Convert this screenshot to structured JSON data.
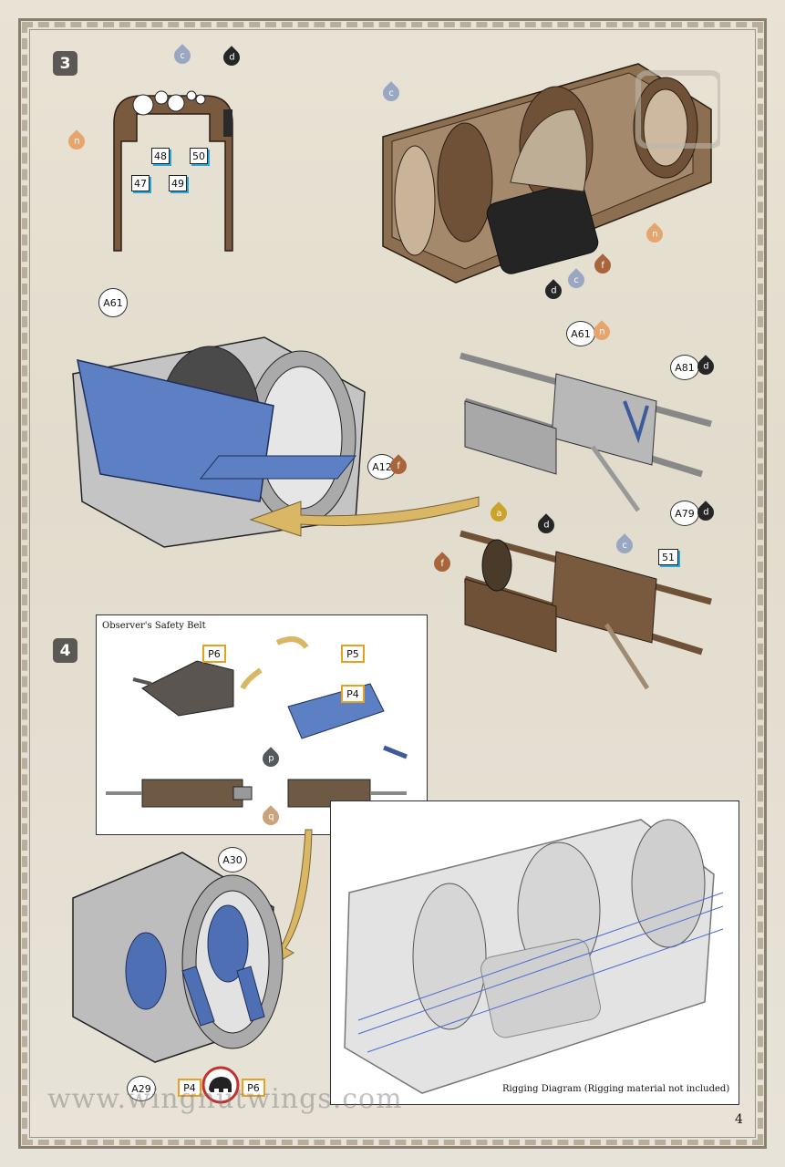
{
  "steps": {
    "step3": "3",
    "step4": "4"
  },
  "parts": {
    "p47": "47",
    "p48": "48",
    "p49": "49",
    "p50": "50",
    "p51": "51",
    "a61": "A61",
    "a61b": "A61",
    "a12": "A12",
    "a81": "A81",
    "a79": "A79",
    "a30": "A30",
    "a29": "A29",
    "pe_p6": "P6",
    "pe_p5": "P5",
    "pe_p4": "P4",
    "pe_p4b": "P4",
    "pe_p6b": "P6"
  },
  "paints": {
    "c": "c",
    "d": "d",
    "n": "n",
    "f": "f",
    "a": "a",
    "p": "p",
    "q": "q"
  },
  "colors": {
    "c": "#9aa7c2",
    "d": "#262626",
    "n": "#e6a56e",
    "f": "#a8643a",
    "a": "#c9a32a",
    "p": "#55585c",
    "q": "#c9a37a",
    "blue": "#5d7fc3",
    "wood": "#6e5136",
    "grey": "#b3b3b3"
  },
  "panels": {
    "safety_belt_title": "Observer's Safety Belt",
    "rigging_caption": "Rigging Diagram (Rigging material not included)"
  },
  "watermark": "www.wingnutwings.com",
  "page_number": "4"
}
